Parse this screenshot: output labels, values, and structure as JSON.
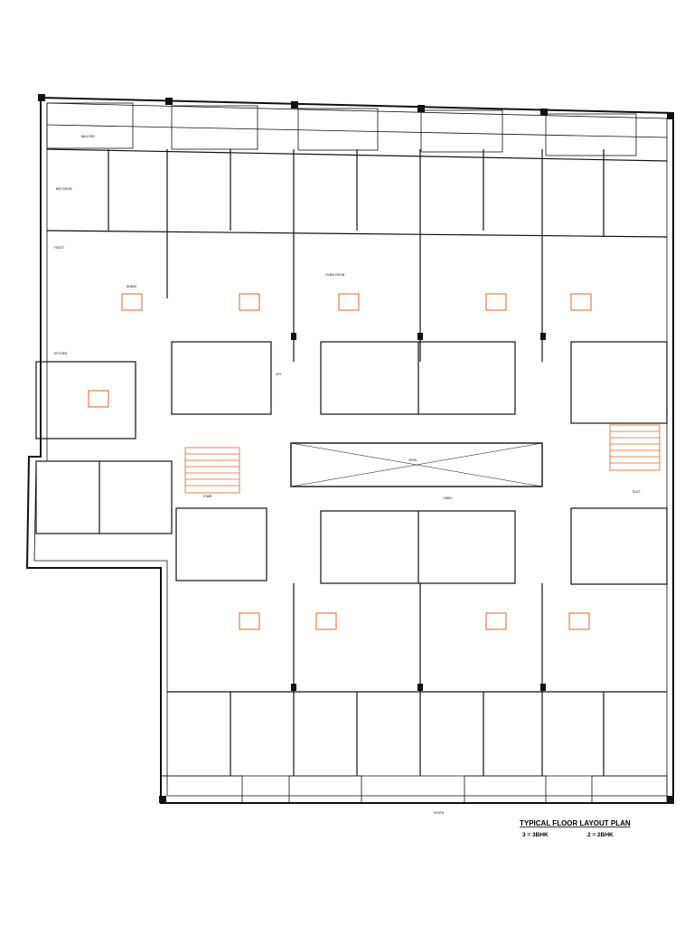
{
  "legend": {
    "title": "TYPICAL FLOOR LAYOUT PLAN",
    "key_a": "3 = 3BHK",
    "key_b": "2 = 2BHK"
  },
  "labels": {
    "south": "SOUTH",
    "open": "OPEN",
    "bed_room": "BED ROOM",
    "dining": "DINING",
    "kitchen": "KITCHEN",
    "toilet": "TOILET",
    "living_room": "LIVING ROOM",
    "balcony": "BALCONY",
    "lift": "LIFT",
    "stair": "STAIR",
    "duct": "DUCT",
    "lobby": "LOBBY"
  },
  "colors": {
    "line": "#111111",
    "furniture": "#e0641e",
    "background": "#ffffff"
  }
}
